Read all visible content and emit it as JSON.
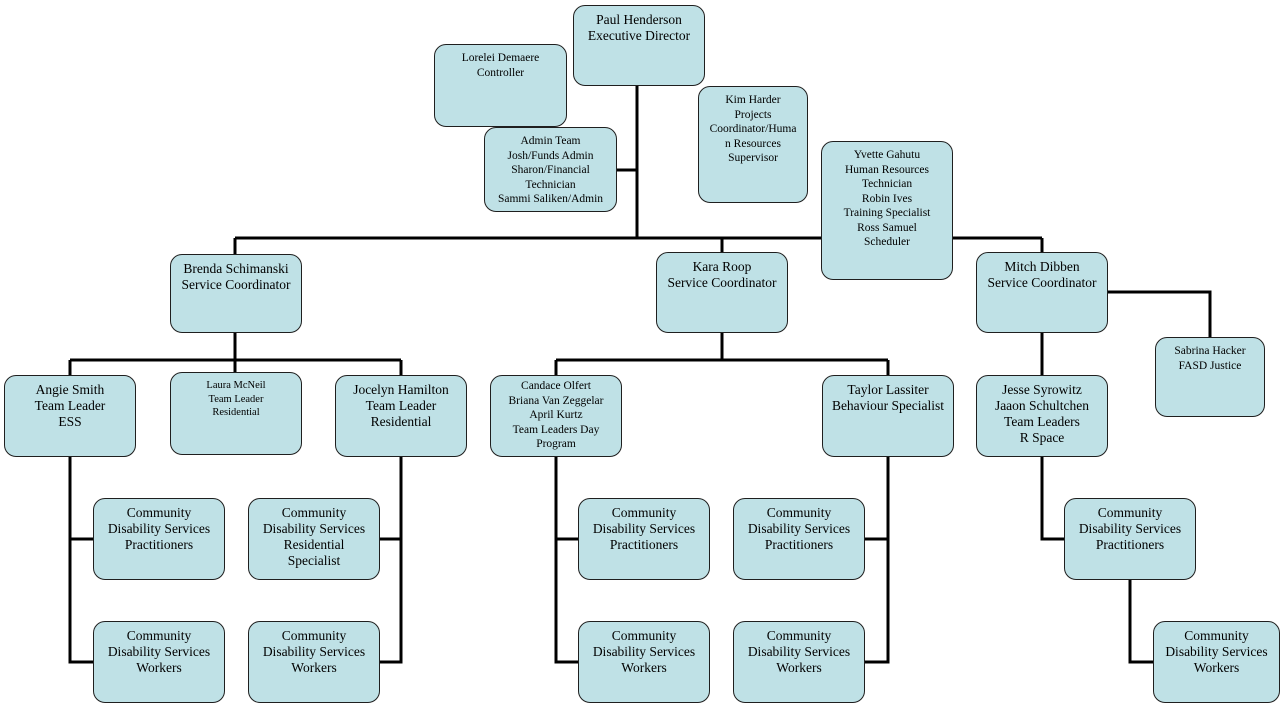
{
  "nodes": {
    "paul": [
      "Paul Henderson",
      "Executive Director"
    ],
    "lorelei": [
      "Lorelei Demaere",
      "Controller"
    ],
    "admin": [
      "Admin Team",
      "Josh/Funds Admin",
      "Sharon/Financial",
      "Technician",
      "Sammi Saliken/Admin"
    ],
    "kim": [
      "Kim Harder",
      "Projects",
      "Coordinator/Huma",
      "n Resources",
      "Supervisor"
    ],
    "yvette": [
      "Yvette Gahutu",
      "Human Resources",
      "Technician",
      "Robin Ives",
      "Training Specialist",
      "Ross Samuel",
      "Scheduler"
    ],
    "brenda": [
      "Brenda Schimanski",
      "Service Coordinator"
    ],
    "kara": [
      "Kara Roop",
      "Service Coordinator"
    ],
    "mitch": [
      "Mitch Dibben",
      "Service Coordinator"
    ],
    "sabrina": [
      "Sabrina Hacker",
      "FASD Justice"
    ],
    "angie": [
      "Angie Smith",
      "Team Leader",
      "ESS"
    ],
    "laura": [
      "Laura McNeil",
      "Team Leader",
      "Residential"
    ],
    "jocelyn": [
      "Jocelyn Hamilton",
      "Team Leader",
      "Residential"
    ],
    "candace": [
      "Candace Olfert",
      "Briana Van Zeggelar",
      "April Kurtz",
      "Team Leaders Day",
      "Program"
    ],
    "taylor": [
      "Taylor Lassiter",
      "Behaviour Specialist"
    ],
    "jesse": [
      "Jesse Syrowitz",
      "Jaaon Schultchen",
      "Team Leaders",
      "R Space"
    ],
    "cdsp1": [
      "Community",
      "Disability Services",
      "Practitioners"
    ],
    "cdsw1": [
      "Community",
      "Disability Services",
      "Workers"
    ],
    "cdsr": [
      "Community",
      "Disability Services",
      "Residential",
      "Specialist"
    ],
    "cdsw2": [
      "Community",
      "Disability Services",
      "Workers"
    ],
    "cdsp3": [
      "Community",
      "Disability Services",
      "Practitioners"
    ],
    "cdsw3": [
      "Community",
      "Disability Services",
      "Workers"
    ],
    "cdsp4": [
      "Community",
      "Disability Services",
      "Practitioners"
    ],
    "cdsw4": [
      "Community",
      "Disability Services",
      "Workers"
    ],
    "cdsp5": [
      "Community",
      "Disability Services",
      "Practitioners"
    ],
    "cdsw5": [
      "Community",
      "Disability Services",
      "Workers"
    ]
  }
}
